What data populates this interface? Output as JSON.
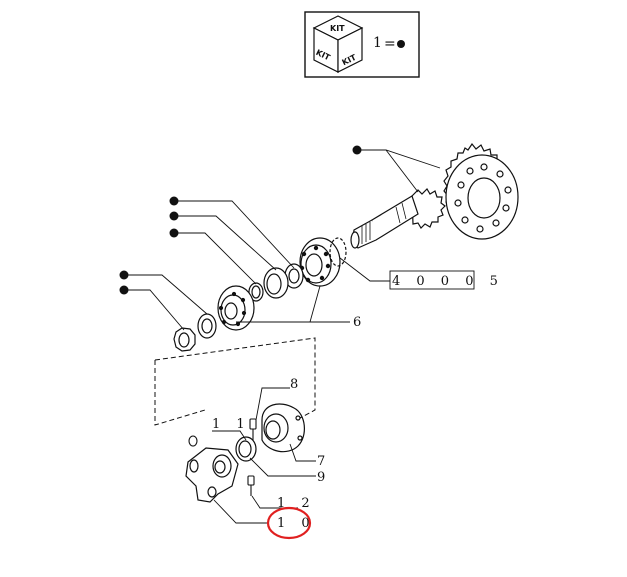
{
  "legend": {
    "kit_top": "KIT",
    "kit_left": "KIT",
    "kit_right": "KIT",
    "equation_number": "1",
    "equation_sign": "="
  },
  "callouts": {
    "c4005": "4 0 0  0 5",
    "c6": "6",
    "c8": "8",
    "c11": "1 1",
    "c7": "7",
    "c9": "9",
    "c12": "1 2",
    "c10": "1 0"
  },
  "colors": {
    "line": "#111111",
    "highlight": "#e02020"
  }
}
